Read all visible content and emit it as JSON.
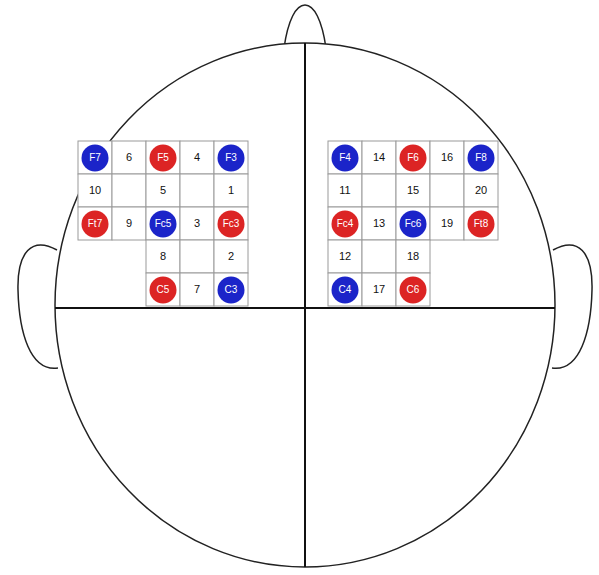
{
  "diagram": {
    "nodes": [
      {
        "text": [
          "F7"
        ]
      },
      {
        "text": [
          "F5"
        ]
      },
      {
        "text": [
          "F3"
        ]
      },
      {
        "text": [
          "Ft7"
        ]
      },
      {
        "text": [
          "Fc5"
        ]
      },
      {
        "text": [
          "Fc3"
        ]
      },
      {
        "text": [
          "C5"
        ]
      },
      {
        "text": [
          "C3"
        ]
      },
      {
        "text": [
          "F4"
        ]
      },
      {
        "text": [
          "F6"
        ]
      },
      {
        "text": [
          "F8"
        ]
      },
      {
        "text": [
          "Fc4"
        ]
      },
      {
        "text": [
          "Fc6"
        ]
      },
      {
        "text": [
          "Ft8"
        ]
      },
      {
        "text": [
          "C4"
        ]
      },
      {
        "text": [
          "C6"
        ]
      }
    ],
    "labels": [
      "6",
      "4",
      "10",
      "5",
      "1",
      "9",
      "3",
      "8",
      "2",
      "7",
      "14",
      "16",
      "11",
      "15",
      "20",
      "13",
      "19",
      "12",
      "18",
      "17"
    ]
  }
}
